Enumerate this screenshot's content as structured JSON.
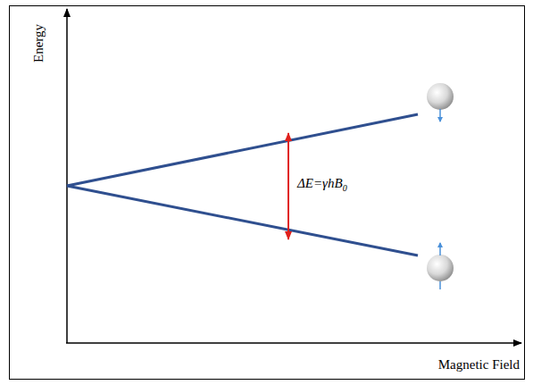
{
  "diagram": {
    "labels": [
      "Energy",
      "Magnetic Field",
      "ΔE=γhB",
      "0"
    ]
  }
}
